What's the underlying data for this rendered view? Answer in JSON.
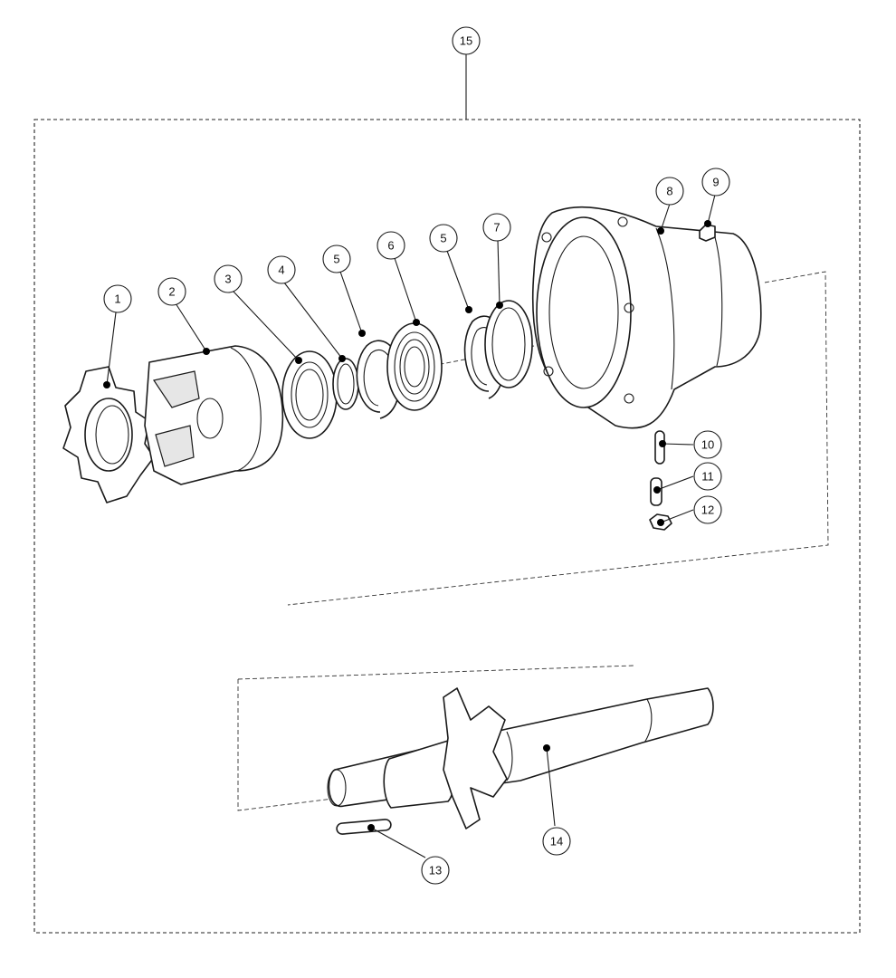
{
  "diagram": {
    "callouts": {
      "c1": "1",
      "c2": "2",
      "c3": "3",
      "c4": "4",
      "c5a": "5",
      "c5b": "5",
      "c6": "6",
      "c7": "7",
      "c8": "8",
      "c9": "9",
      "c10": "10",
      "c11": "11",
      "c12": "12",
      "c13": "13",
      "c14": "14",
      "c15": "15"
    },
    "colors": {
      "line": "#1a1a1a",
      "background": "#ffffff"
    }
  }
}
